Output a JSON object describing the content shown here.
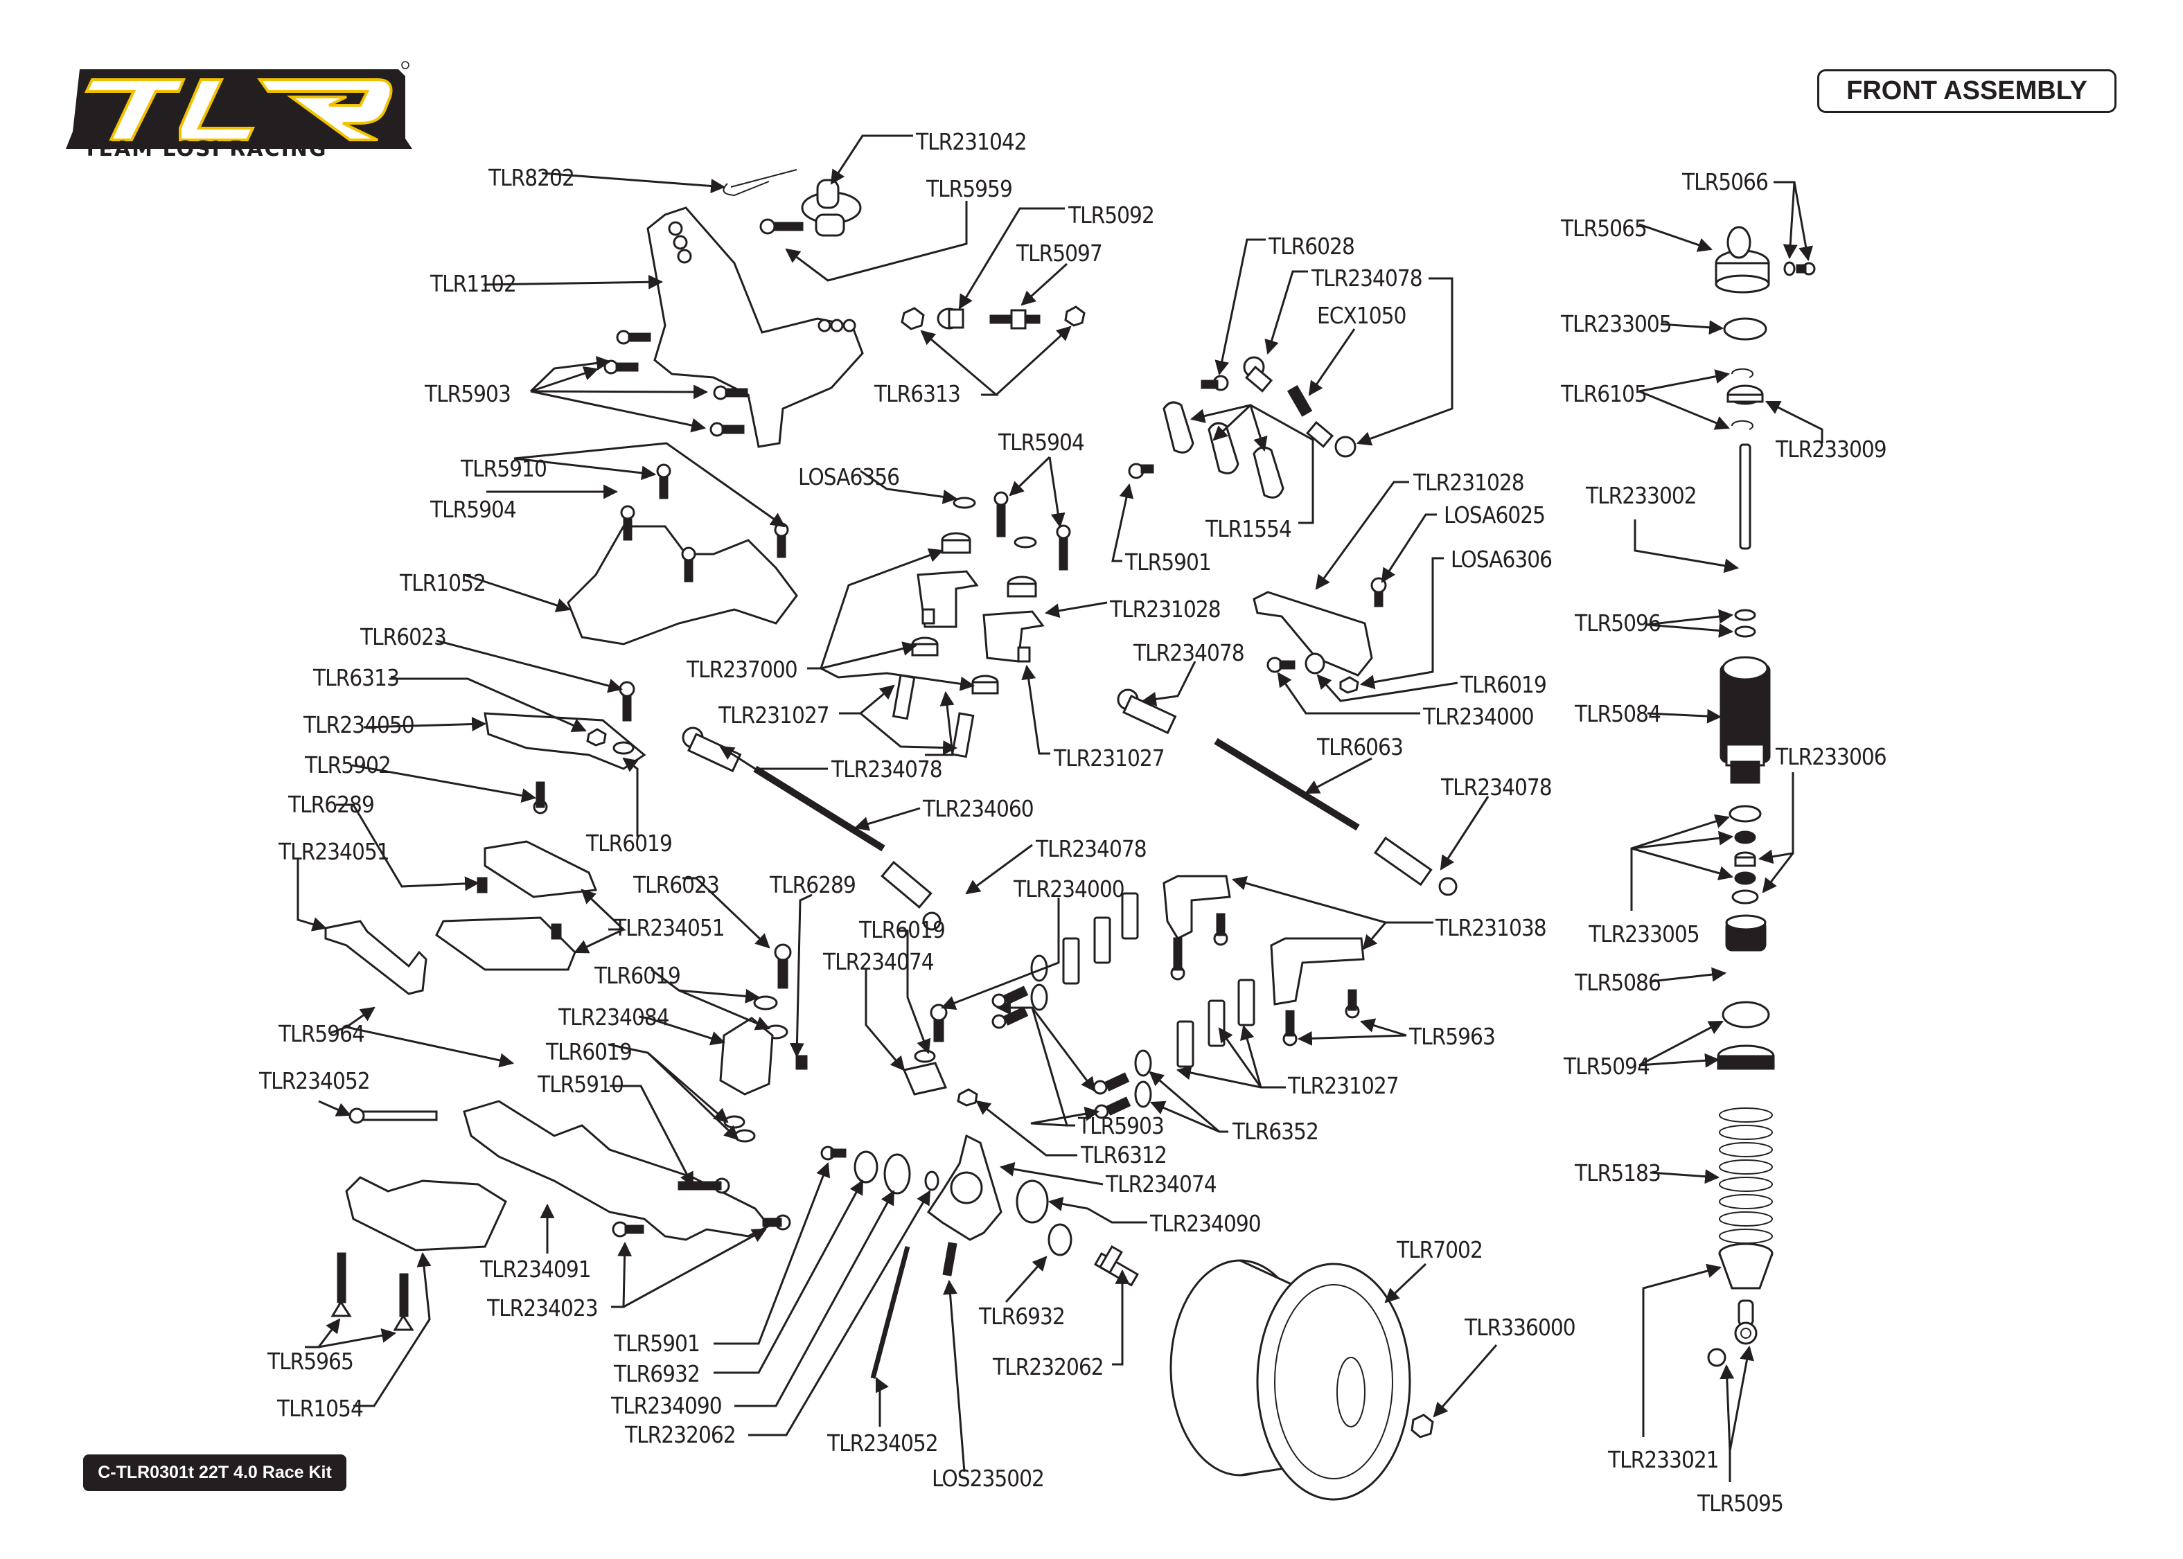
{
  "brand": {
    "logo_text": "TLR",
    "tagline": "TEAM LOSI RACING",
    "colors": {
      "logo_yellow": "#f2c200",
      "ink": "#231f20",
      "background": "#ffffff"
    }
  },
  "header": {
    "section_title": "FRONT ASSEMBLY"
  },
  "footer": {
    "kit_label": "C-TLR0301t 22T 4.0 Race Kit"
  },
  "callouts": {
    "body_mount": [
      "TLR231042",
      "TLR8202",
      "TLR5959",
      "TLR5092",
      "TLR1102",
      "TLR5097",
      "TLR5903",
      "TLR6313"
    ],
    "steering": [
      "TLR6028",
      "TLR234078",
      "ECX1050",
      "TLR1554",
      "TLR5901",
      "TLR231028",
      "LOSA6025",
      "LOSA6306",
      "TLR6019",
      "TLR234000"
    ],
    "bulkhead": [
      "TLR5910",
      "TLR5904",
      "TLR1052",
      "TLR6023",
      "TLR6313",
      "TLR234050",
      "TLR5902",
      "TLR6019"
    ],
    "bellcrank": [
      "LOSA6356",
      "TLR5904",
      "TLR231028",
      "TLR237000",
      "TLR234078",
      "TLR231027",
      "TLR231027",
      "TLR234078",
      "TLR234060",
      "TLR6063",
      "TLR234078",
      "TLR234078"
    ],
    "arm_mount": [
      "TLR6289",
      "TLR234051",
      "TLR234051",
      "TLR6023",
      "TLR6289",
      "TLR6019",
      "TLR234084",
      "TLR6019",
      "TLR5964",
      "TLR5910",
      "TLR234052"
    ],
    "caster": [
      "TLR234000",
      "TLR6019",
      "TLR234074",
      "TLR231038",
      "TLR5963",
      "TLR231027",
      "TLR5903",
      "TLR6352",
      "TLR6312",
      "TLR234074"
    ],
    "hub_wheel": [
      "TLR234090",
      "TLR7002",
      "TLR6932",
      "TLR336000",
      "TLR232062"
    ],
    "lower_arm": [
      "TLR234091",
      "TLR234023",
      "TLR5901",
      "TLR5965",
      "TLR6932",
      "TLR234090",
      "TLR1054",
      "TLR232062",
      "TLR234052",
      "LOS235002"
    ],
    "shock": [
      "TLR5066",
      "TLR5065",
      "TLR233005",
      "TLR6105",
      "TLR233009",
      "TLR233002",
      "TLR5096",
      "TLR5084",
      "TLR233006",
      "TLR233005",
      "TLR5086",
      "TLR5094",
      "TLR5183",
      "TLR233021",
      "TLR5095"
    ]
  }
}
